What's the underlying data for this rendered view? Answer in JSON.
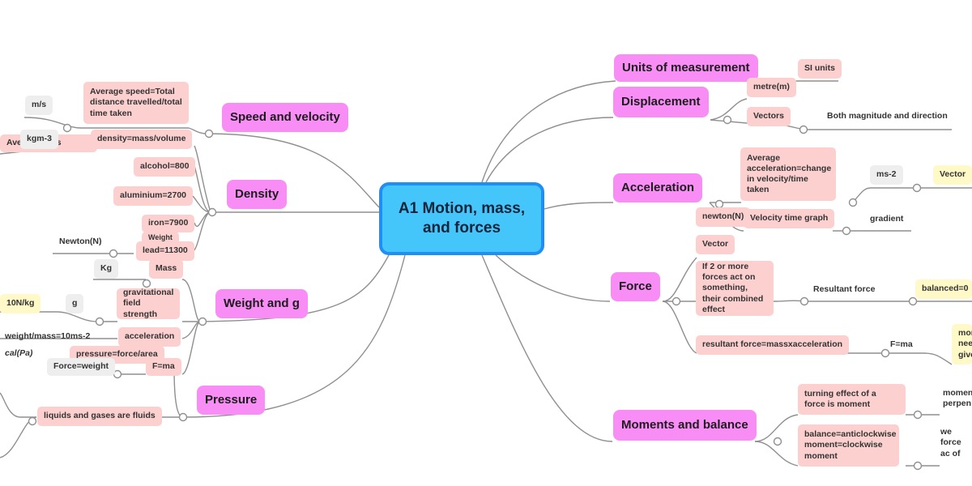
{
  "root": "A1 Motion, mass, and forces",
  "branches": {
    "units": "Units of measurement",
    "displacement": "Displacement",
    "acceleration": "Acceleration",
    "force": "Force",
    "moments": "Moments and balance",
    "speed": "Speed and velocity",
    "density": "Density",
    "weight": "Weight and g",
    "pressure": "Pressure"
  },
  "units_nodes": {
    "si": "SI units",
    "metre": "metre(m)"
  },
  "displacement_nodes": {
    "vectors": "Vectors",
    "both": "Both magnitude and direction"
  },
  "acceleration_nodes": {
    "average": "Average acceleration=change in velocity/time taken",
    "ms2": "ms-2",
    "vector": "Vector",
    "newton": "newton(N)",
    "vtgraph": "Velocity time graph",
    "gradient": "gradient"
  },
  "force_nodes": {
    "vector": "Vector",
    "two": "If 2 or more forces act on something, their combined effect",
    "resultant": "Resultant force",
    "balanced": "balanced=0",
    "fma_eq": "resultant force=massxacceleration",
    "fma": "F=ma",
    "more": "more need give"
  },
  "moments_nodes": {
    "turning": "turning effect of a force is moment",
    "moment_perp": "momen perpen",
    "balance": "balance=anticlockwise moment=clockwise moment",
    "total": "total we force ac of grav"
  },
  "speed_nodes": {
    "avg_speed": "Average speed=Total distance travelled/total time taken",
    "ms": "m/s",
    "avg_vel": "Average velocity=displacement",
    "avg_vel_visible": "Ave     ocity=dis"
  },
  "density_nodes": {
    "formula": "density=mass/volume",
    "kgm3": "kgm-3",
    "alcohol": "alcohol=800",
    "aluminium": "aluminium=2700",
    "iron": "iron=7900",
    "lead": "lead=11300"
  },
  "weight_nodes": {
    "newton": "Newton(N)",
    "weight": "Weight",
    "kg": "Kg",
    "mass": "Mass",
    "g": "g",
    "n_per_kg": "10N/kg",
    "gfs": "gravitational field strength",
    "wm": "weight/mass=10ms-2",
    "accel": "acceleration",
    "fw": "Force=weight",
    "fma": "F=ma"
  },
  "pressure_nodes": {
    "formula": "pressure=force/area",
    "pa": "cal(Pa)",
    "fluids": "liquids and gases are fluids"
  }
}
